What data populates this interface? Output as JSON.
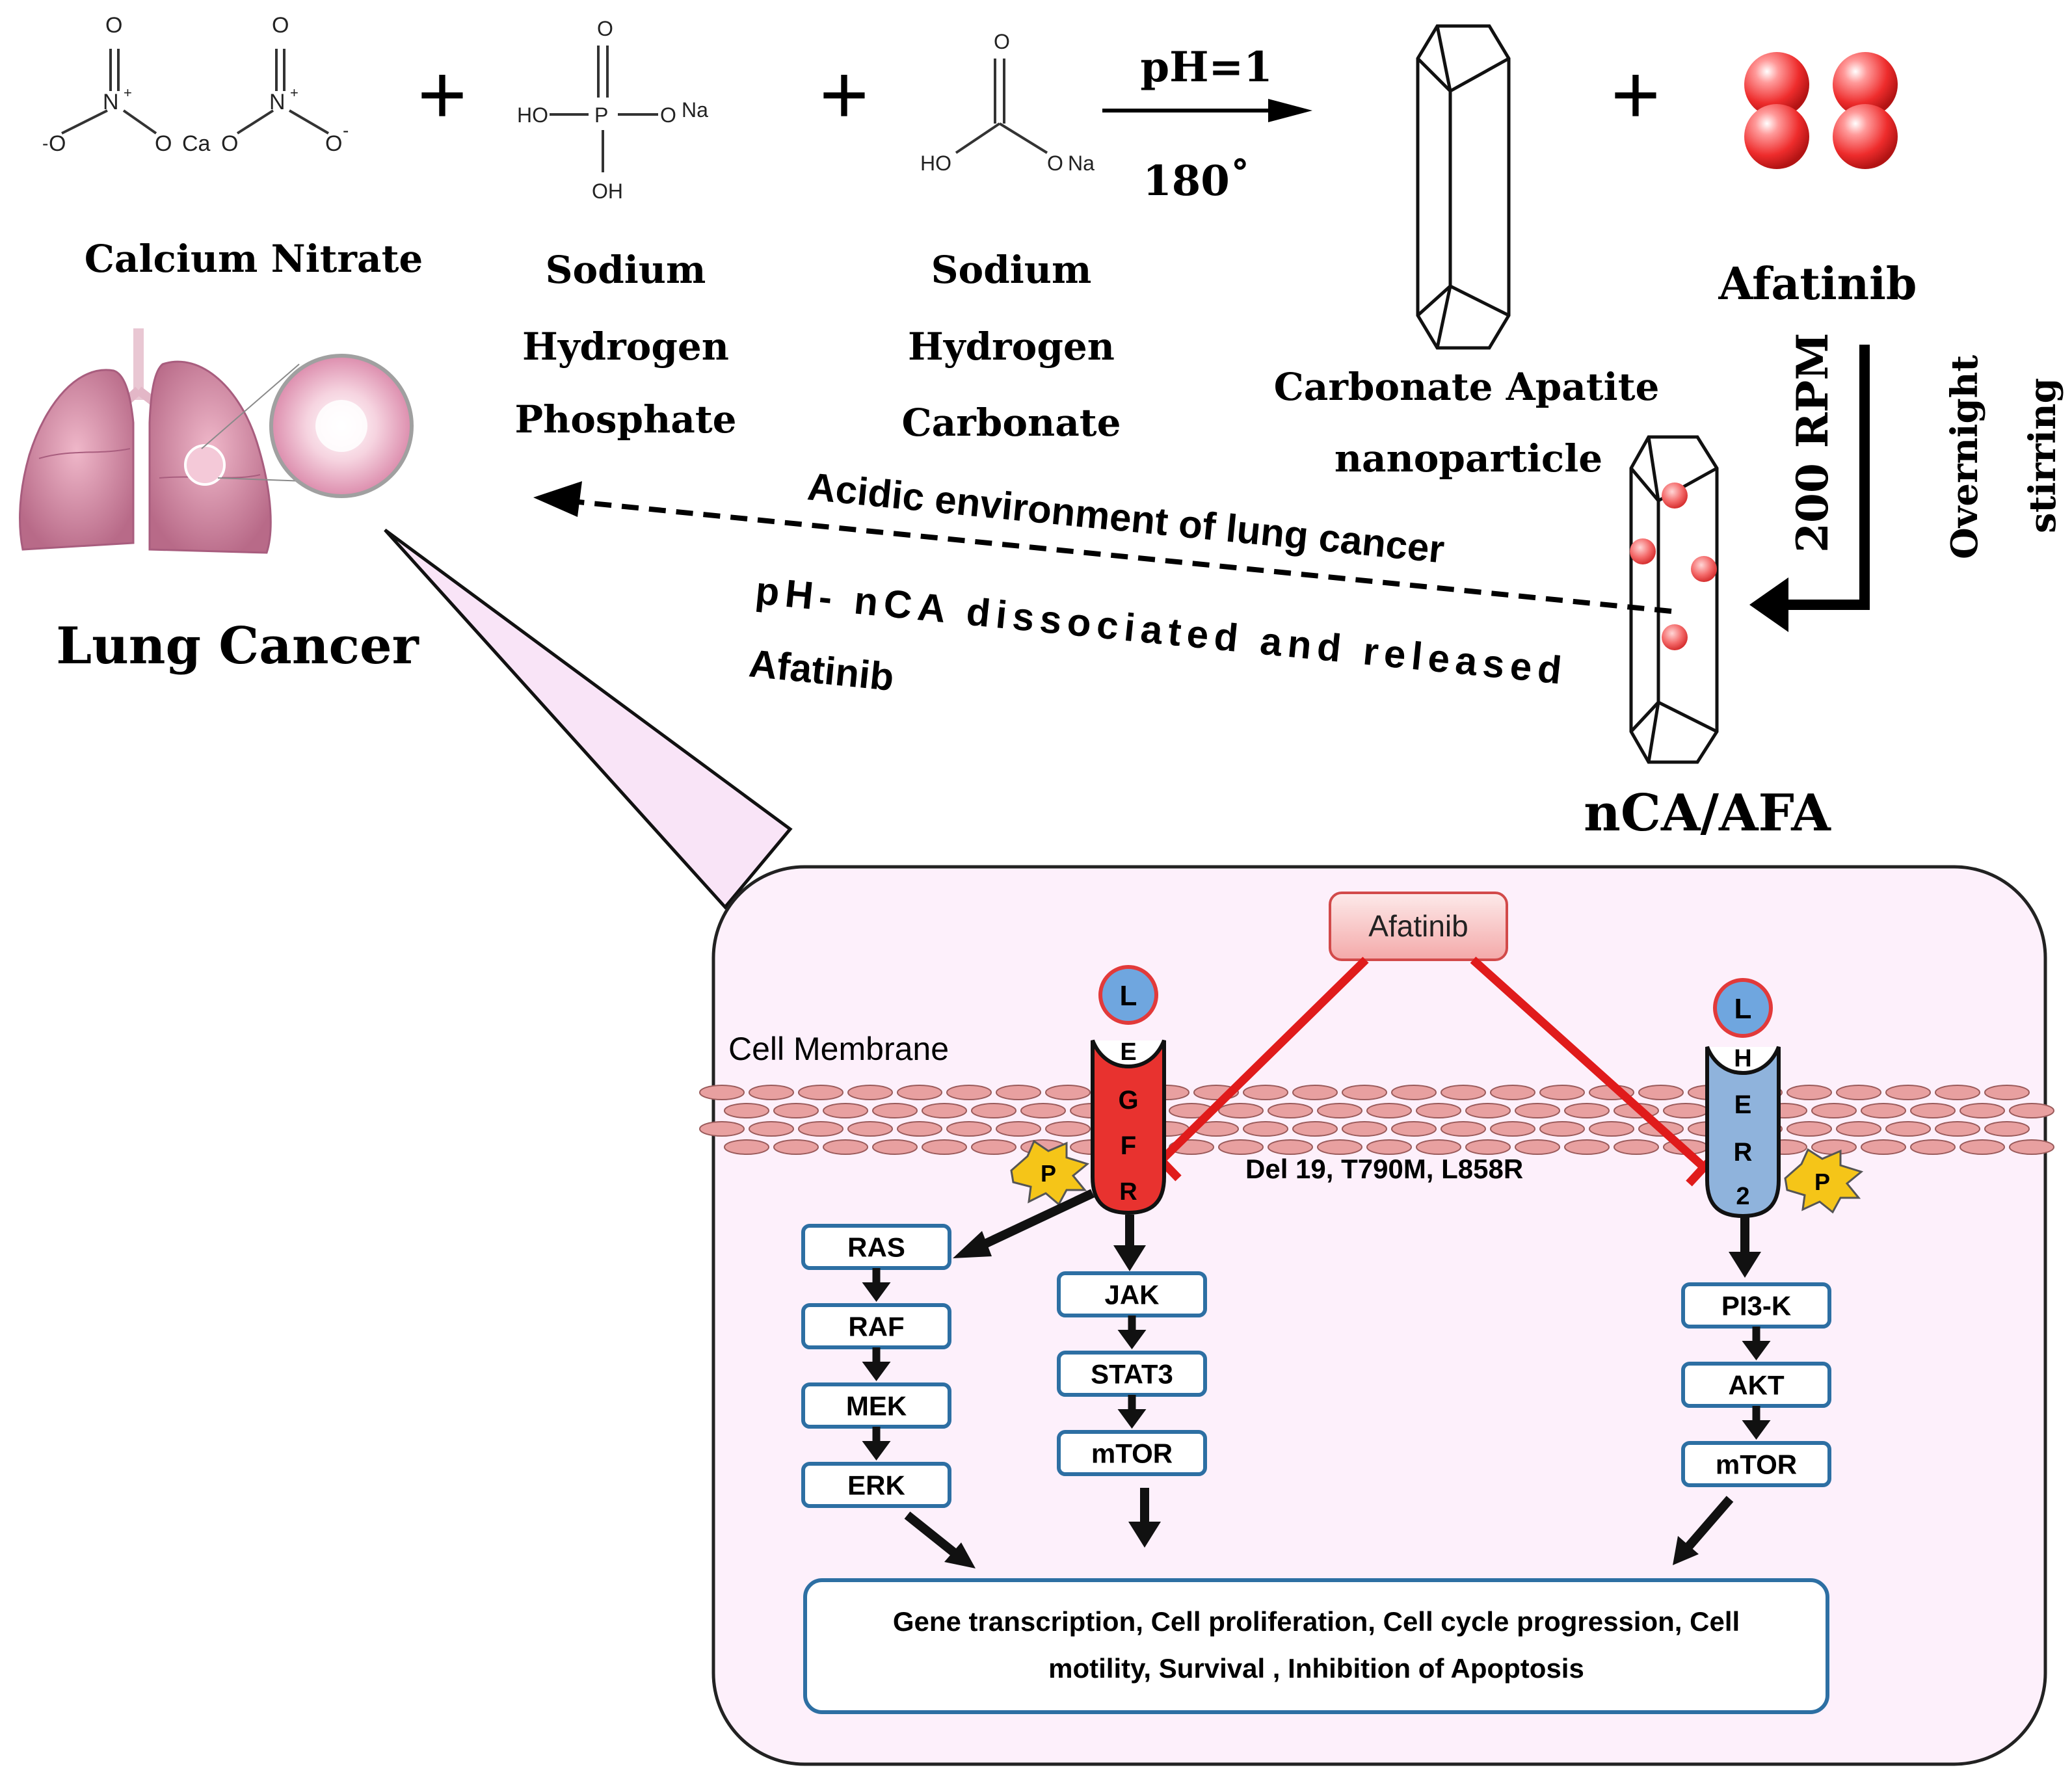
{
  "reactants": {
    "calcium_nitrate": {
      "label": "Calcium Nitrate",
      "atoms": {
        "o_top": "O",
        "n_plus": "N",
        "o_minus": "O",
        "o_bridge": "O",
        "ca": "Ca"
      }
    },
    "sodium_hydrogen_phosphate": {
      "label_lines": [
        "Sodium",
        "Hydrogen",
        "Phosphate"
      ],
      "atoms": {
        "o_top": "O",
        "ho": "HO",
        "p": "P",
        "o_na": "O",
        "na": "Na",
        "oh": "OH"
      }
    },
    "sodium_hydrogen_carbonate": {
      "label_lines": [
        "Sodium",
        "Hydrogen",
        "Carbonate"
      ],
      "atoms": {
        "o_top": "O",
        "ho": "HO",
        "o_na": "O",
        "na": "Na"
      }
    },
    "plus": "+"
  },
  "reaction": {
    "condition_top": "pH=1",
    "condition_bottom": "180˚"
  },
  "products": {
    "nanoparticle_label_lines": [
      "Carbonate Apatite",
      "nanoparticle"
    ],
    "drug_label": "Afatinib",
    "loaded_label": "nCA/AFA"
  },
  "loading_step": {
    "speed": "200 RPM",
    "duration_lines": [
      "Overnight",
      "stirring"
    ]
  },
  "release": {
    "line1": "Acidic environment of lung cancer",
    "line2": "pH- nCA dissociated and released",
    "line3": "Afatinib"
  },
  "organ": {
    "label": "Lung Cancer"
  },
  "pathway": {
    "membrane_label": "Cell Membrane",
    "drug": "Afatinib",
    "ligand": "L",
    "phospho": "P",
    "egfr_letters": [
      "E",
      "G",
      "F",
      "R"
    ],
    "her2_letters": [
      "H",
      "E",
      "R",
      "2"
    ],
    "mutations": "Del 19, T790M, L858R",
    "mapk_chain": [
      "RAS",
      "RAF",
      "MEK",
      "ERK"
    ],
    "jak_chain": [
      "JAK",
      "STAT3",
      "mTOR"
    ],
    "pi3k_chain": [
      "PI3-K",
      "AKT",
      "mTOR"
    ],
    "outcome_lines": [
      "Gene transcription, Cell proliferation, Cell cycle progression, Cell",
      "motility, Survival ,  Inhibition of Apoptosis"
    ]
  },
  "colors": {
    "egfr": "#e8322f",
    "her2": "#8fb3dc",
    "inhibit": "#e01b1b",
    "box_stroke": "#2d6fa3",
    "panel_fill": "#fdf0fb",
    "lipid": "#e8a0a0",
    "ligand": "#6fa6df",
    "phospho": "#f5c518",
    "sphere": "#f04040",
    "lung": "#d98aa8"
  }
}
